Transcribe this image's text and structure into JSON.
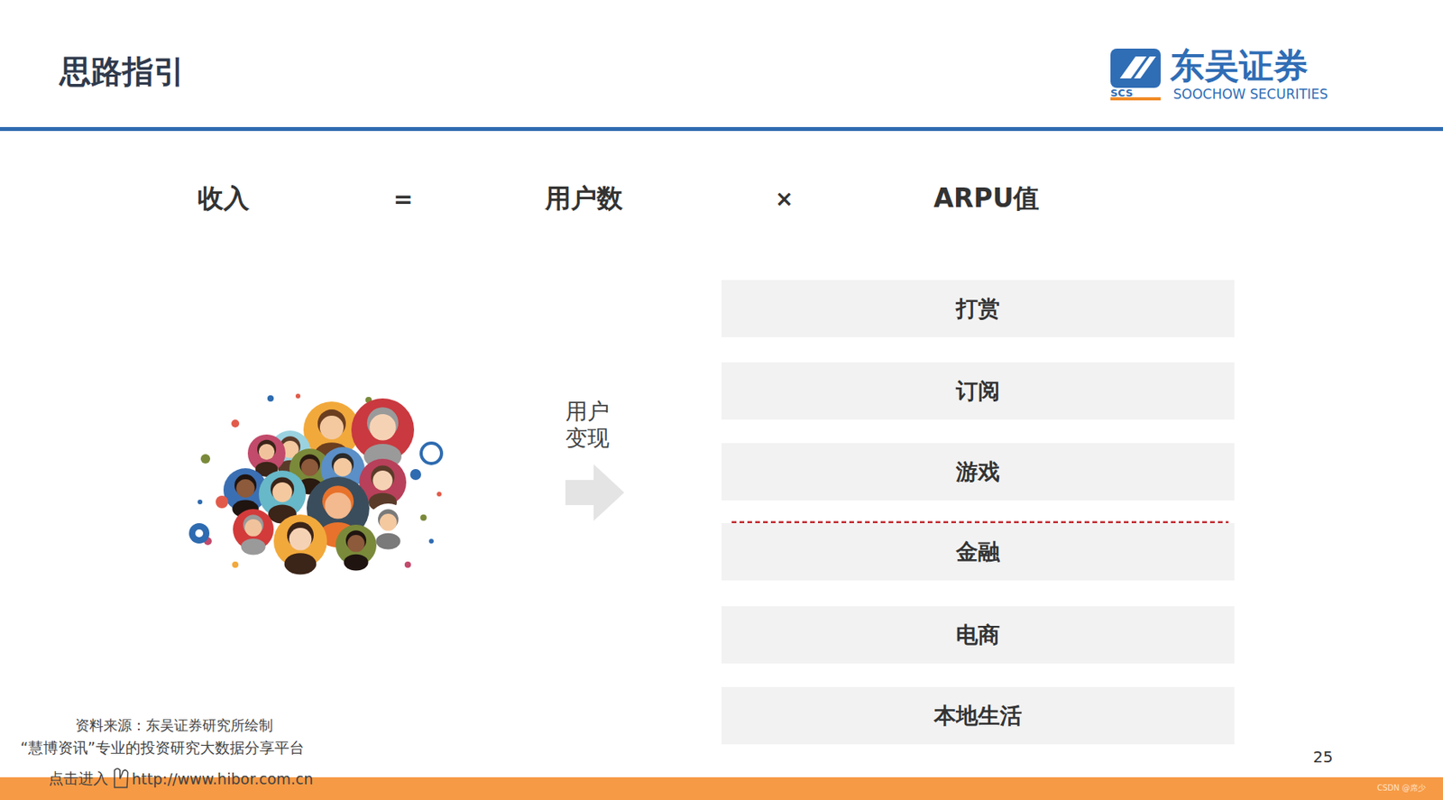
{
  "diagram": {
    "title": "思路指引",
    "nodes": [
      {
        "text": [
          "打赏"
        ]
      },
      {
        "text": [
          "订阅"
        ]
      },
      {
        "text": [
          "游戏"
        ]
      },
      {
        "text": [
          "金融"
        ]
      },
      {
        "text": [
          "电商"
        ]
      },
      {
        "text": [
          "本地生活"
        ]
      }
    ],
    "labels": [
      "东吴证券",
      "SCS",
      "SOOCHOW SECURITIES",
      "收入",
      "=",
      "用户数",
      "×",
      "ARPU值",
      "用户 变现",
      "资料来源：东吴证券研究所绘制",
      "“慧博资讯”专业的投资研究大数据分享平台",
      "点击进入",
      "http://www.hibor.com.cn",
      "25",
      "CSDN @席少"
    ]
  }
}
